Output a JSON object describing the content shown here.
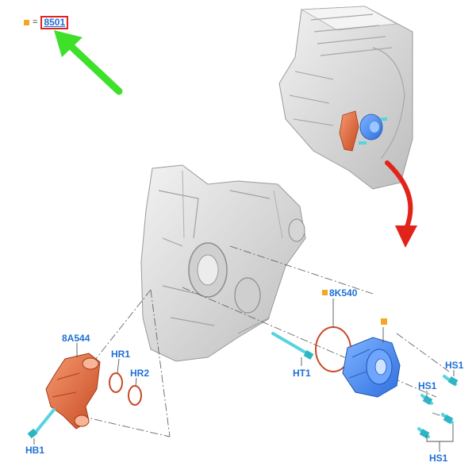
{
  "legend": {
    "equals": "=",
    "code": "8501"
  },
  "labels": {
    "part_8a544": "8A544",
    "hr1": "HR1",
    "hr2": "HR2",
    "hb1": "HB1",
    "ht1": "HT1",
    "part_8k540": "8K540",
    "hs1_upper": "HS1",
    "hs1_middle": "HS1",
    "hs1_lower": "HS1"
  },
  "colors": {
    "legend_marker": "#f5a623",
    "highlight_box": "#e2231a",
    "green_arrow": "#3ee02a",
    "red_arrow": "#e2231a",
    "label_text": "#1f6fd6",
    "housing_orange": "#e8643a",
    "pump_blue": "#3f8cff",
    "bolt_cyan": "#56d4e0",
    "engine_gray": "#d9d9d9"
  }
}
